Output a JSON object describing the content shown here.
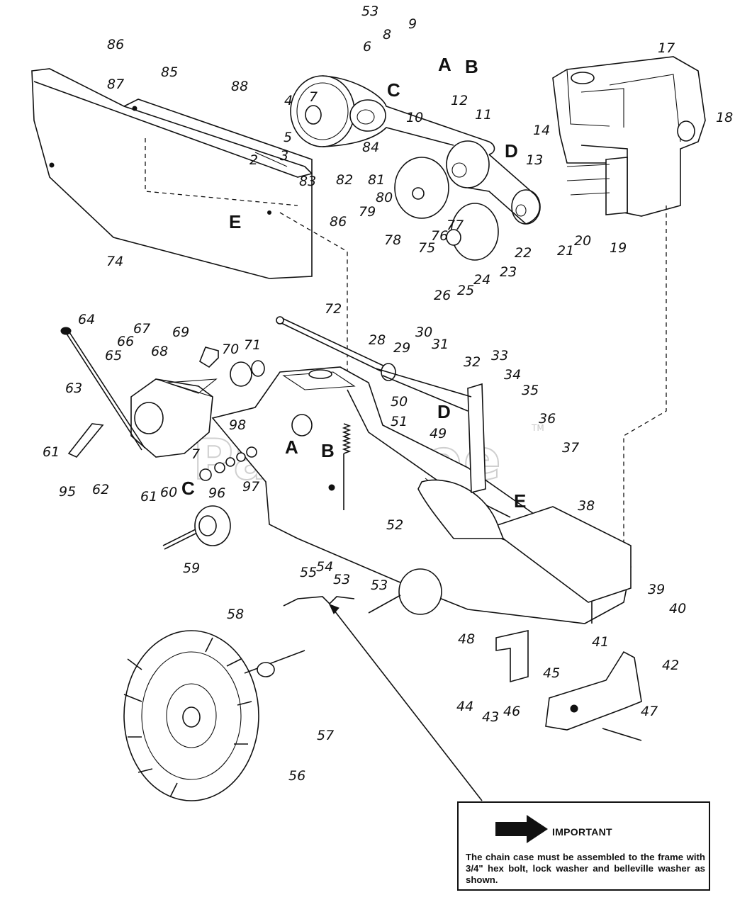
{
  "watermark": "PartsTree",
  "watermark_tm": "TM",
  "callout_letters": [
    "A",
    "B",
    "C",
    "D",
    "E"
  ],
  "part_numbers": [
    "2",
    "3",
    "4",
    "5",
    "6",
    "7",
    "8",
    "9",
    "10",
    "11",
    "12",
    "13",
    "14",
    "17",
    "18",
    "19",
    "20",
    "21",
    "22",
    "23",
    "24",
    "25",
    "26",
    "28",
    "29",
    "30",
    "31",
    "32",
    "33",
    "34",
    "35",
    "36",
    "37",
    "38",
    "39",
    "40",
    "41",
    "42",
    "43",
    "44",
    "45",
    "46",
    "47",
    "48",
    "49",
    "50",
    "51",
    "52",
    "53",
    "54",
    "55",
    "56",
    "57",
    "58",
    "59",
    "60",
    "61",
    "62",
    "63",
    "64",
    "65",
    "66",
    "67",
    "68",
    "69",
    "70",
    "71",
    "72",
    "74",
    "75",
    "76",
    "77",
    "78",
    "79",
    "80",
    "81",
    "82",
    "83",
    "84",
    "85",
    "86",
    "87",
    "88",
    "95",
    "96",
    "97",
    "98"
  ],
  "important_note": {
    "heading": "IMPORTANT",
    "text": "The chain case must be assembled to the frame with 3/4\" hex bolt, lock washer and belleville washer as shown.",
    "arrow_icon": "right-arrow-icon"
  }
}
